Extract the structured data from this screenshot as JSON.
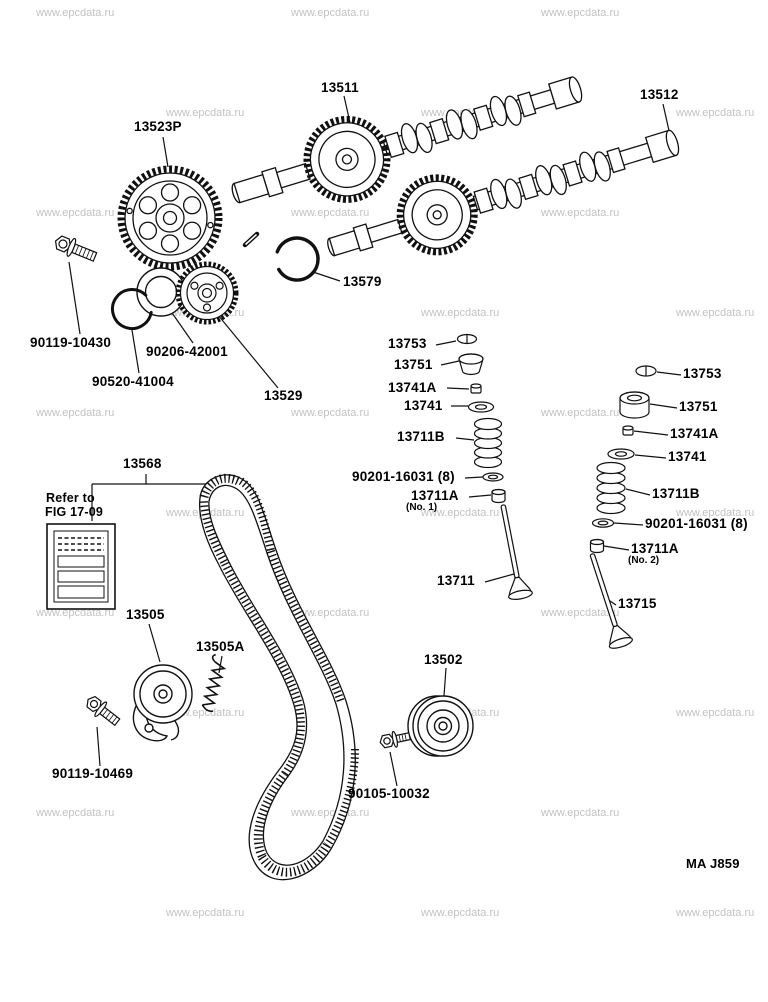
{
  "watermark": "www.epcdata.ru",
  "footer": {
    "code": "MA J859"
  },
  "note": {
    "line1": "Refer to",
    "line2": "FIG 17-09"
  },
  "parts": {
    "camshaft_1": "13511",
    "camshaft_2": "13512",
    "timing_pulley": "13523P",
    "pulley_bolt": "90119-10430",
    "sub_gear_plate": "90206-42001",
    "set_ring": "90520-41004",
    "sub_gear": "13529",
    "snap_ring": "13579",
    "timing_belt": "13568",
    "tensioner": "13505",
    "tensioner_spring": "13505A",
    "tensioner_bolt": "90119-10469",
    "idler_pulley": "13502",
    "idler_bolt": "90105-10032"
  },
  "valve_parts": {
    "lock": "13753",
    "retainer": "13751",
    "seat_a": "13741A",
    "spring_seat": "13741",
    "spring": "13711B",
    "washer": "90201-16031 (8)",
    "guide": "13711A",
    "guide_no1": "(No. 1)",
    "guide_no2": "(No. 2)",
    "valve_intake": "13711",
    "valve_exhaust": "13715"
  }
}
